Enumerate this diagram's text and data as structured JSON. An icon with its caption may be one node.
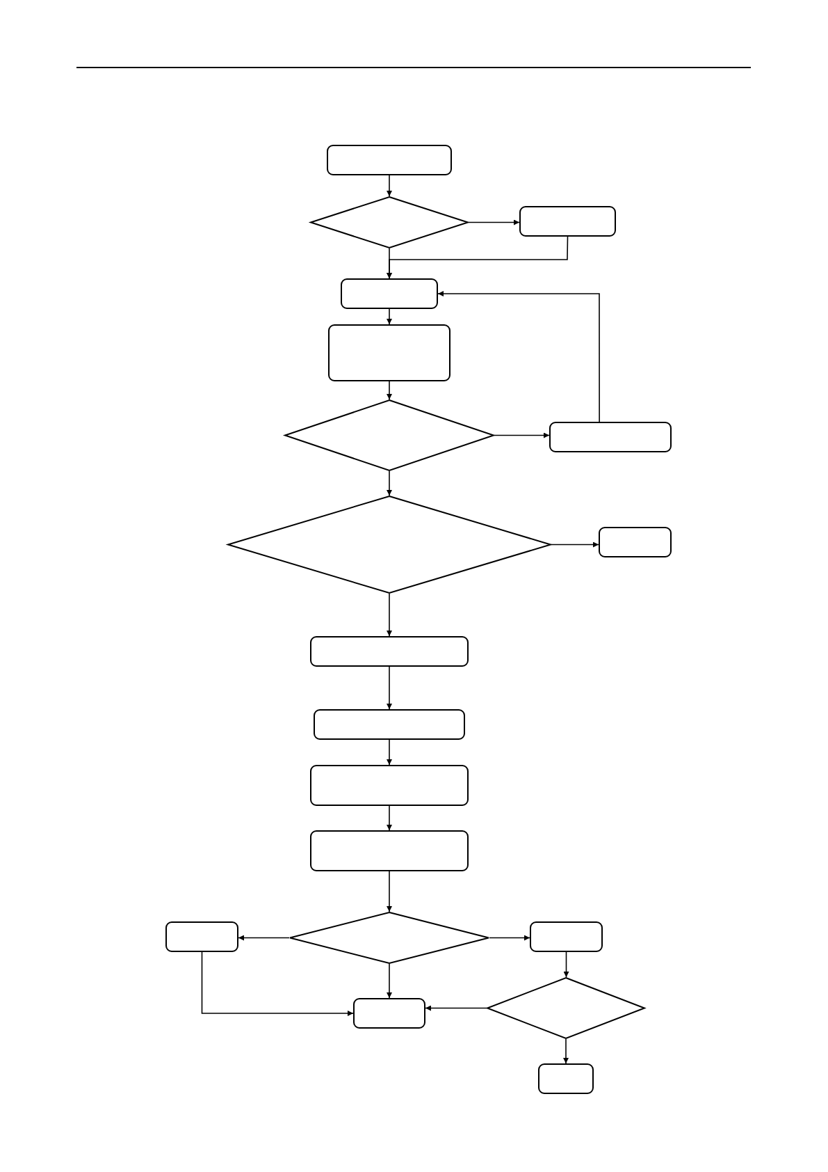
{
  "diagram": {
    "nodes": [
      {
        "text": [],
        "shape": "box"
      },
      {
        "text": [],
        "shape": "diamond"
      },
      {
        "text": [],
        "shape": "box"
      },
      {
        "text": [],
        "shape": "box"
      },
      {
        "text": [],
        "shape": "box"
      },
      {
        "text": [],
        "shape": "diamond"
      },
      {
        "text": [],
        "shape": "box"
      },
      {
        "text": [],
        "shape": "diamond"
      },
      {
        "text": [],
        "shape": "box"
      },
      {
        "text": [],
        "shape": "box"
      },
      {
        "text": [],
        "shape": "box"
      },
      {
        "text": [],
        "shape": "box"
      },
      {
        "text": [],
        "shape": "box"
      },
      {
        "text": [],
        "shape": "diamond"
      },
      {
        "text": [],
        "shape": "box"
      },
      {
        "text": [],
        "shape": "box"
      },
      {
        "text": [],
        "shape": "box"
      },
      {
        "text": [],
        "shape": "diamond"
      },
      {
        "text": [],
        "shape": "box"
      }
    ],
    "edges": [
      {
        "from": 0,
        "to": 1,
        "arrow": "to"
      },
      {
        "from": 1,
        "to": 2,
        "arrow": "to"
      },
      {
        "from": 2,
        "to": 3,
        "arrow": "to"
      },
      {
        "from": 1,
        "to": 3,
        "arrow": "to"
      },
      {
        "from": 3,
        "to": 4,
        "arrow": "to"
      },
      {
        "from": 4,
        "to": 5,
        "arrow": "to"
      },
      {
        "from": 5,
        "to": 6,
        "arrow": "to"
      },
      {
        "from": 6,
        "to": 3,
        "arrow": "to"
      },
      {
        "from": 5,
        "to": 7,
        "arrow": "to"
      },
      {
        "from": 7,
        "to": 8,
        "arrow": "to"
      },
      {
        "from": 7,
        "to": 9,
        "arrow": "to"
      },
      {
        "from": 9,
        "to": 10,
        "arrow": "to"
      },
      {
        "from": 10,
        "to": 11,
        "arrow": "to"
      },
      {
        "from": 11,
        "to": 12,
        "arrow": "to"
      },
      {
        "from": 12,
        "to": 13,
        "arrow": "to"
      },
      {
        "from": 13,
        "to": 14,
        "arrow": "to"
      },
      {
        "from": 13,
        "to": 15,
        "arrow": "to"
      },
      {
        "from": 13,
        "to": 16,
        "arrow": "to"
      },
      {
        "from": 14,
        "to": 16,
        "arrow": "to"
      },
      {
        "from": 15,
        "to": 17,
        "arrow": "to"
      },
      {
        "from": 17,
        "to": 16,
        "arrow": "to"
      },
      {
        "from": 17,
        "to": 18,
        "arrow": "to"
      }
    ]
  }
}
